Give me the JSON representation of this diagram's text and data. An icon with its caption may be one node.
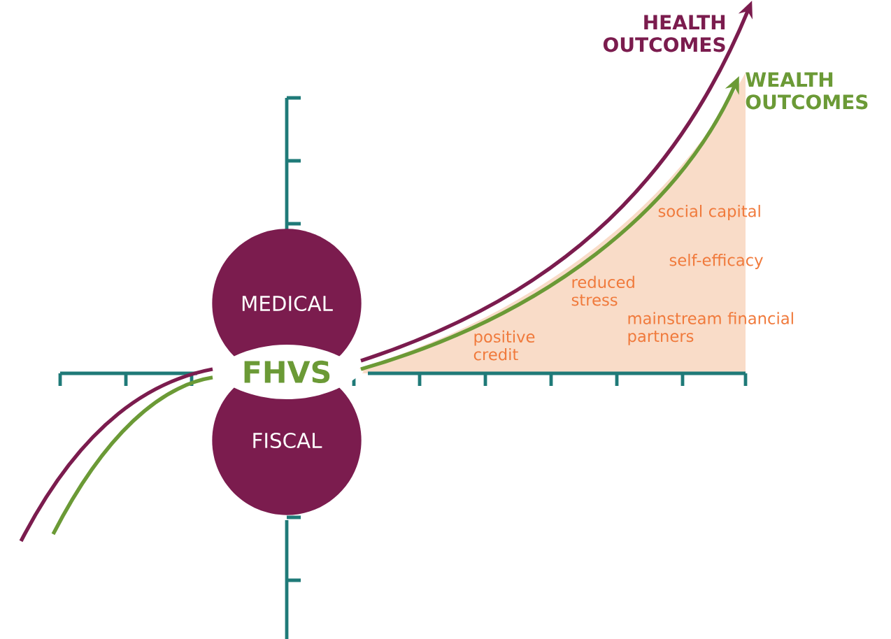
{
  "diagram": {
    "nodes": [
      {
        "text": [
          "HEALTH OUTCOMES"
        ]
      },
      {
        "text": [
          "WEALTH OUTCOMES"
        ]
      },
      {
        "text": [
          "MEDICAL"
        ]
      },
      {
        "text": [
          "FHVS"
        ]
      },
      {
        "text": [
          "FISCAL"
        ]
      }
    ],
    "edges": [
      {
        "from": null,
        "to": 0,
        "arrow": "to",
        "color": "#7b1c4e"
      },
      {
        "from": null,
        "to": 1,
        "arrow": "to",
        "color": "#6b9a36"
      }
    ],
    "labels": [
      "social capital",
      "self-efficacy",
      "reduced stress",
      "mainstream financial partners",
      "positive credit"
    ]
  }
}
